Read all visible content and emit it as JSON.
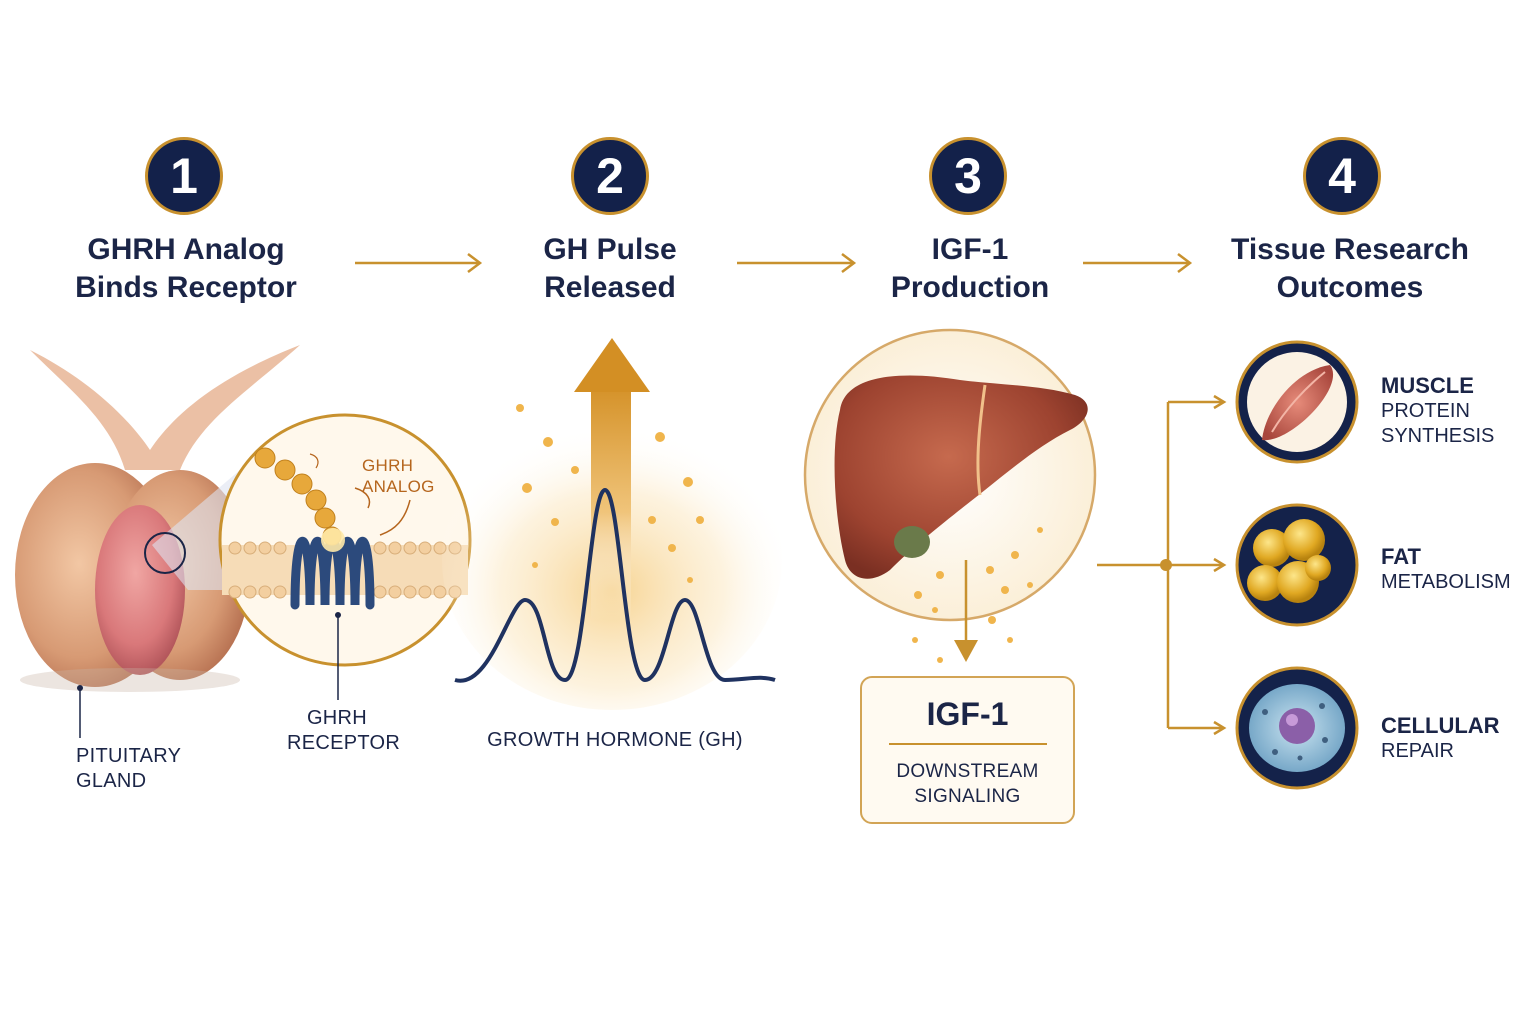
{
  "colors": {
    "navy": "#13214a",
    "gold": "#c8912e",
    "orange": "#b5651d",
    "background": "#ffffff"
  },
  "steps": [
    {
      "number": "1",
      "title_line1": "GHRH Analog",
      "title_line2": "Binds Receptor"
    },
    {
      "number": "2",
      "title_line1": "GH Pulse",
      "title_line2": "Released"
    },
    {
      "number": "3",
      "title_line1": "IGF-1",
      "title_line2": "Production"
    },
    {
      "number": "4",
      "title_line1": "Tissue Research",
      "title_line2": "Outcomes"
    }
  ],
  "step1": {
    "pituitary_label_line1": "PITUITARY",
    "pituitary_label_line2": "GLAND",
    "analog_label_line1": "GHRH",
    "analog_label_line2": "ANALOG",
    "receptor_label_line1": "GHRH",
    "receptor_label_line2": "RECEPTOR"
  },
  "step2": {
    "wave_label": "GROWTH HORMONE (GH)"
  },
  "step3": {
    "box_title": "IGF-1",
    "box_sub_line1": "DOWNSTREAM",
    "box_sub_line2": "SIGNALING"
  },
  "outcomes": [
    {
      "title": "MUSCLE",
      "sub_line1": "PROTEIN",
      "sub_line2": "SYNTHESIS",
      "icon": "muscle-icon"
    },
    {
      "title": "FAT",
      "sub_line1": "METABOLISM",
      "sub_line2": "",
      "icon": "fat-cells-icon"
    },
    {
      "title": "CELLULAR",
      "sub_line1": "REPAIR",
      "sub_line2": "",
      "icon": "cell-icon"
    }
  ]
}
